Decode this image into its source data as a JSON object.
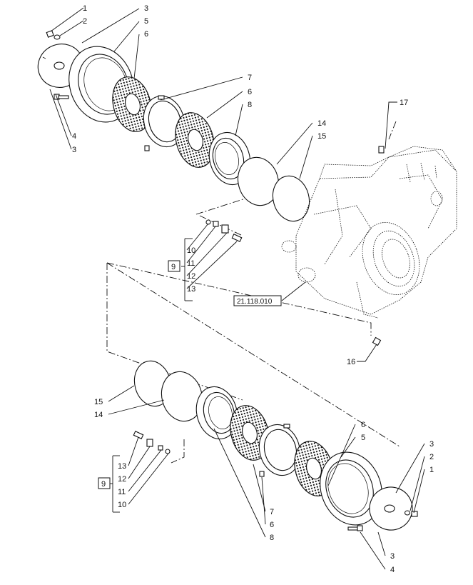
{
  "diagram": {
    "callouts_top": {
      "c1": "1",
      "c2": "2",
      "c3a": "3",
      "c5": "5",
      "c6a": "6",
      "c7": "7",
      "c6b": "6",
      "c8": "8",
      "c14": "14",
      "c15": "15",
      "c17": "17",
      "c4": "4",
      "c3b": "3",
      "c10": "10",
      "c11": "11",
      "c12": "12",
      "c13": "13",
      "c9": "9",
      "c16": "16"
    },
    "callouts_bottom": {
      "c15": "15",
      "c14": "14",
      "c13": "13",
      "c12": "12",
      "c11": "11",
      "c10": "10",
      "c9": "9",
      "c7": "7",
      "c6a": "6",
      "c8": "8",
      "c6b": "6",
      "c5": "5",
      "c3a": "3",
      "c2": "2",
      "c1": "1",
      "c3b": "3",
      "c4": "4"
    },
    "reference_box": "21.118.010"
  }
}
